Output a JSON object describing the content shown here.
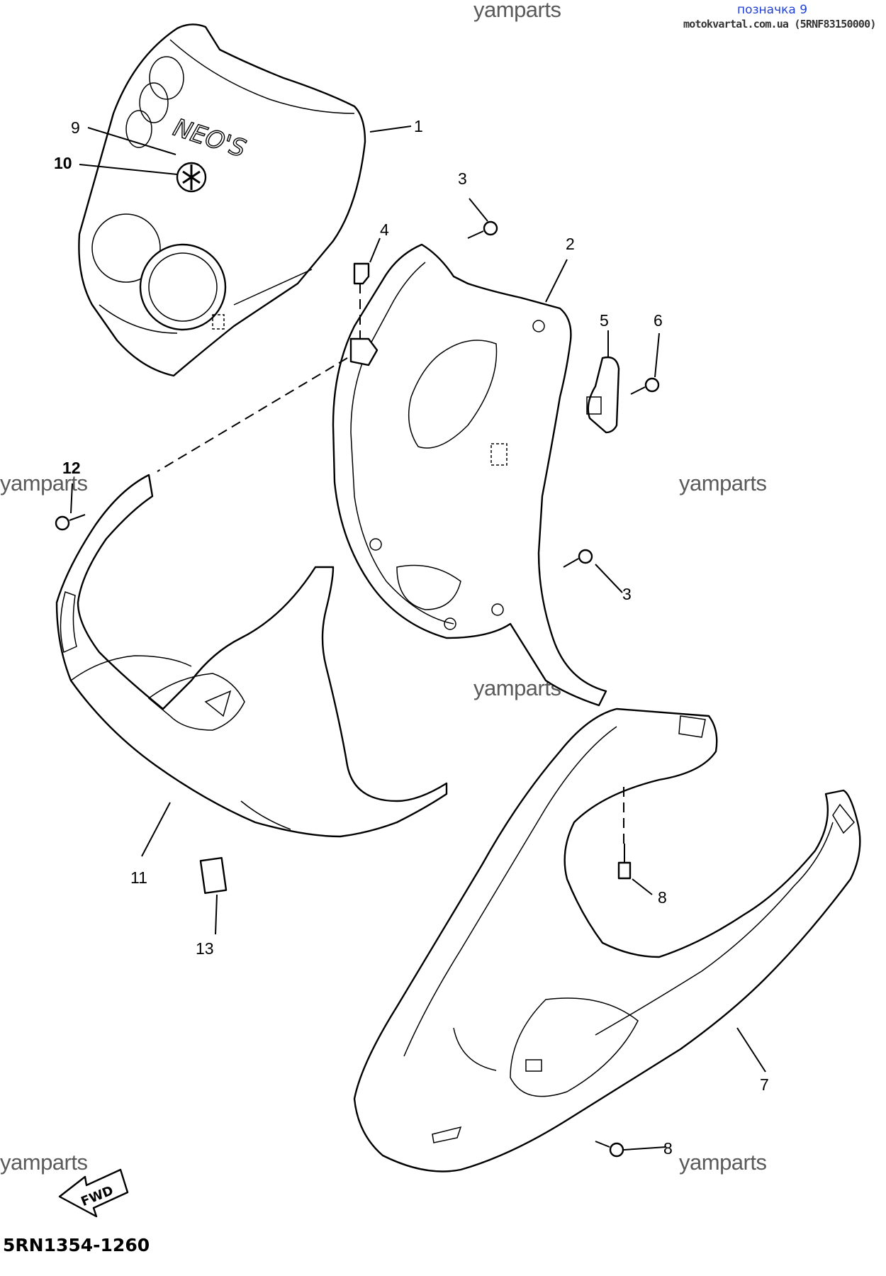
{
  "header": {
    "watermark_top": "yamparts",
    "label": "позначка 9",
    "source": "motokvartal.com.ua (5RNF83150000)"
  },
  "watermarks": {
    "left_mid": "yamparts",
    "right_mid": "yamparts",
    "center_low": "yamparts",
    "left_bottom": "yamparts",
    "right_bottom": "yamparts"
  },
  "emblem": "NEO'S",
  "callouts": {
    "c1": "1",
    "c2": "2",
    "c3a": "3",
    "c3b": "3",
    "c4": "4",
    "c5": "5",
    "c6": "6",
    "c7": "7",
    "c8a": "8",
    "c8b": "8",
    "c9": "9",
    "c10": "10",
    "c11": "11",
    "c12": "12",
    "c13": "13"
  },
  "fwd_label": "FWD",
  "diagram_code": "5RN1354-1260"
}
